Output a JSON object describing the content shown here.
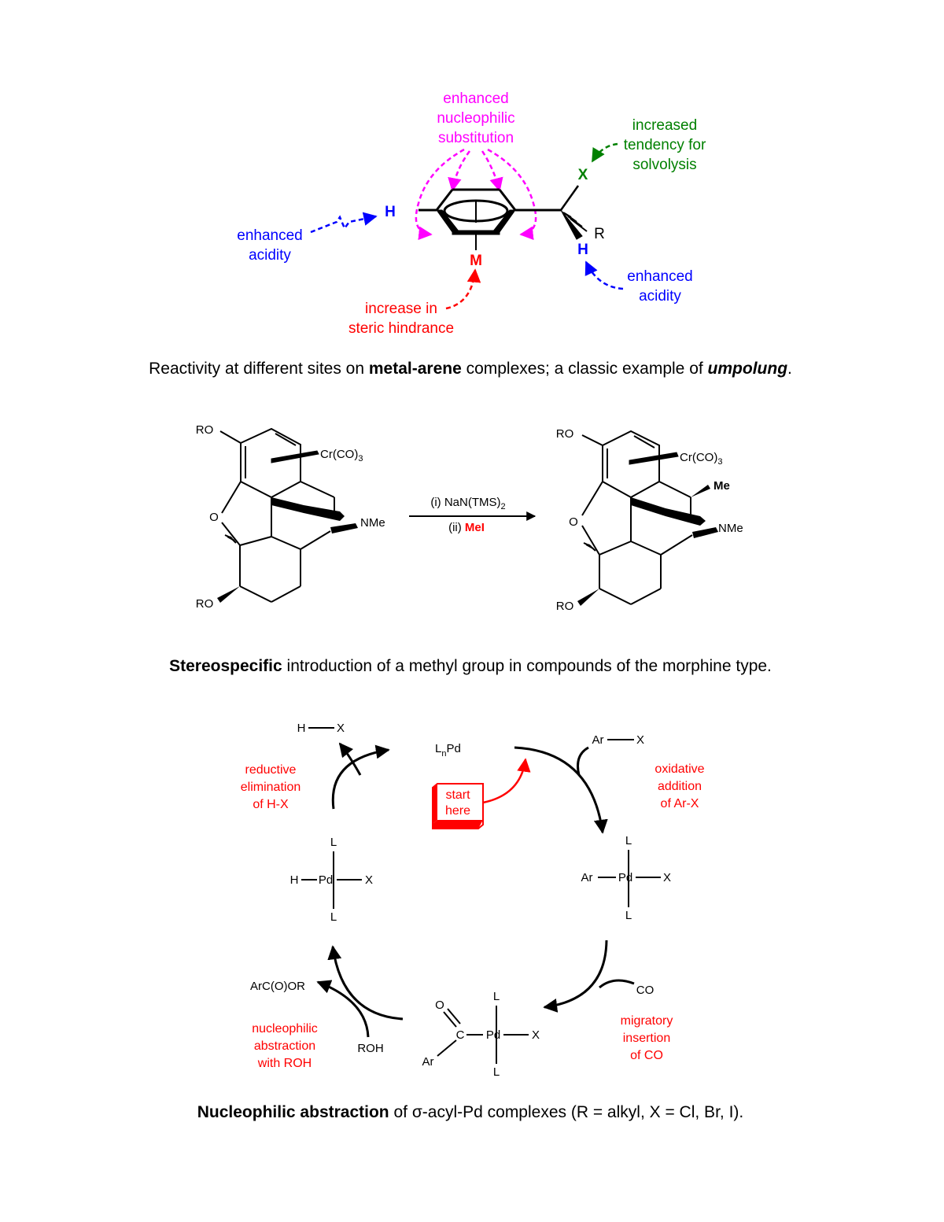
{
  "diagram1": {
    "labels": {
      "nuc_sub": [
        "enhanced",
        "nucleophilic",
        "substitution"
      ],
      "solvolysis": [
        "increased",
        "tendency for",
        "solvolysis"
      ],
      "acidity_left": [
        "enhanced",
        "acidity"
      ],
      "acidity_right": [
        "enhanced",
        "acidity"
      ],
      "steric": [
        "increase in",
        "steric hindrance"
      ]
    },
    "atoms": {
      "H_left": "H",
      "M": "M",
      "X": "X",
      "R": "R",
      "H_right": "H"
    },
    "caption": {
      "pre": "Reactivity at different sites on ",
      "bold": "metal-arene",
      "mid": " complexes; a classic example of ",
      "bold_italic": "umpolung",
      "post": "."
    }
  },
  "diagram2": {
    "left": {
      "ro_top": "RO",
      "cr": "Cr(CO)",
      "cr_sub": "3",
      "o": "O",
      "nme": "NMe",
      "ro_bottom": "RO"
    },
    "right": {
      "ro_top": "RO",
      "cr": "Cr(CO)",
      "cr_sub": "3",
      "o": "O",
      "nme": "NMe",
      "ro_bottom": "RO",
      "me": "Me"
    },
    "reagents": {
      "step1": "(i) NaN(TMS)",
      "step1_sub": "2",
      "step2_pre": "(ii) ",
      "step2_red": "MeI"
    },
    "caption": {
      "bold": "Stereospecific",
      "rest": " introduction of a methyl group in compounds of the morphine type."
    }
  },
  "diagram3": {
    "catalyst": {
      "l": "L",
      "n": "n",
      "pd": "Pd"
    },
    "start": [
      "start",
      "here"
    ],
    "hx": {
      "h": "H",
      "x": "X"
    },
    "arx": {
      "ar": "Ar",
      "x": "X"
    },
    "red_elim": [
      "reductive",
      "elimination",
      "of H-X"
    ],
    "ox_add": [
      "oxidative",
      "addition",
      "of Ar-X"
    ],
    "mig_ins": [
      "migratory",
      "insertion",
      "of CO"
    ],
    "nuc_abs": [
      "nucleophilic",
      "abstraction",
      "with ROH"
    ],
    "hpdx": {
      "h": "H",
      "pd": "Pd",
      "x": "X",
      "l_top": "L",
      "l_bottom": "L"
    },
    "arpdx": {
      "ar": "Ar",
      "pd": "Pd",
      "x": "X",
      "l_top": "L",
      "l_bottom": "L"
    },
    "acyl": {
      "o": "O",
      "c": "C",
      "pd": "Pd",
      "x": "X",
      "ar": "Ar",
      "l_top": "L",
      "l_bottom": "L"
    },
    "co": "CO",
    "roh": "ROH",
    "ester": "ArC(O)OR",
    "caption": {
      "bold": "Nucleophilic abstraction",
      "rest": " of σ-acyl-Pd complexes (R = alkyl, X = Cl, Br, I)."
    }
  },
  "colors": {
    "magenta": "#ff00ff",
    "green": "#008000",
    "blue": "#0000ff",
    "red": "#ff0000",
    "black": "#000000"
  }
}
